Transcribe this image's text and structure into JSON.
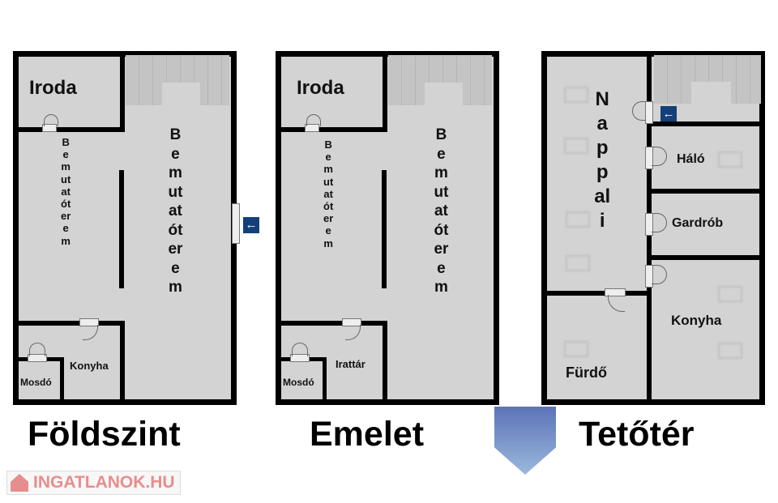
{
  "plans": [
    {
      "title": "Földszint",
      "rooms": {
        "office": "Iroda",
        "showroom_left": "Bemutatóterem",
        "showroom_right": "Bemutatóterem",
        "small_room": "Konyha",
        "wc": "Mosdó"
      },
      "entrance_icon": "arrow-left-icon"
    },
    {
      "title": "Emelet",
      "rooms": {
        "office": "Iroda",
        "showroom_left": "Bemutatóterem",
        "showroom_right": "Bemutatóterem",
        "small_room": "Irattár",
        "wc": "Mosdó"
      }
    },
    {
      "title": "Tetőtér",
      "rooms": {
        "living": "Nappali",
        "bedroom": "Háló",
        "wardrobe": "Gardrób",
        "kitchen": "Konyha",
        "bathroom": "Fürdő"
      },
      "entrance_icon": "arrow-left-icon"
    }
  ],
  "watermark": {
    "text": "INGATLANOK.HU"
  },
  "colors": {
    "floor": "#d3d3d3",
    "wall": "#000000",
    "sign": "#14407a"
  }
}
